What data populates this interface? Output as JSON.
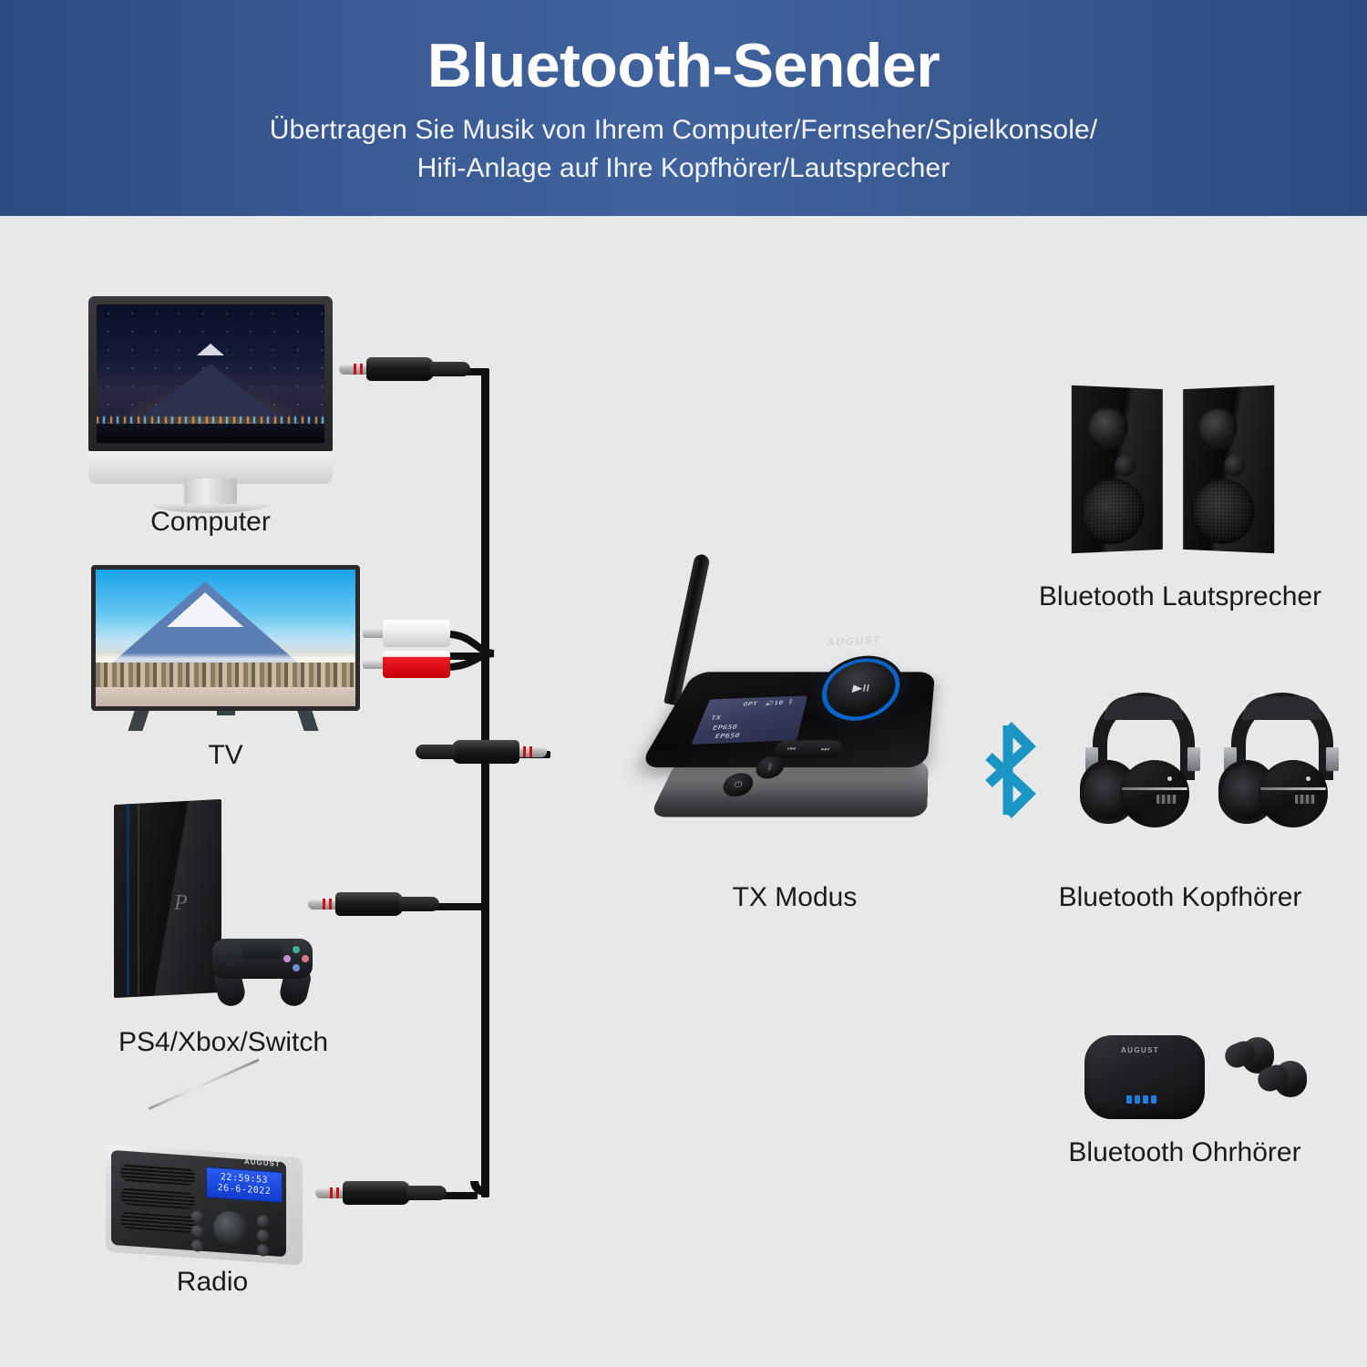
{
  "banner": {
    "title": "Bluetooth-Sender",
    "subtitle_line1": "Übertragen Sie Musik von Ihrem Computer/Fernseher/Spielkonsole/",
    "subtitle_line2": "Hifi-Anlage auf Ihre Kopfhörer/Lautsprecher",
    "bg_color_edge": "#2c4b80",
    "bg_color_center": "#40639e",
    "text_color": "#ffffff"
  },
  "page": {
    "background_color": "#e8e8e8",
    "label_color": "#1a1a1a"
  },
  "sources": [
    {
      "id": "computer",
      "label": "Computer",
      "connector": "3.5mm-jack"
    },
    {
      "id": "tv",
      "label": "TV",
      "connector": "rca-pair"
    },
    {
      "id": "console",
      "label": "PS4/Xbox/Switch",
      "connector": "3.5mm-jack"
    },
    {
      "id": "radio",
      "label": "Radio",
      "connector": "3.5mm-jack"
    }
  ],
  "transmitter": {
    "label": "TX Modus",
    "brand": "AUGUST",
    "display": {
      "status_top": "OPT",
      "volume_icon": "speaker-icon",
      "volume_value": "10",
      "bluetooth_icon": "bluetooth-icon",
      "mode": "TX",
      "device_1": "EP650",
      "device_2": "EP650"
    },
    "controls": {
      "play_pause": "▶II",
      "power": "⏻",
      "bluetooth": "bluetooth-icon",
      "prev": "⏮",
      "next": "⏭"
    },
    "accent_ring_color": "#0b64c8"
  },
  "bluetooth_link": {
    "icon": "bluetooth-icon",
    "color": "#1b95c4"
  },
  "receivers": [
    {
      "id": "speakers",
      "label": "Bluetooth Lautsprecher"
    },
    {
      "id": "headphones",
      "label": "Bluetooth Kopfhörer"
    },
    {
      "id": "earbuds",
      "label": "Bluetooth Ohrhörer"
    }
  ],
  "radio_display": {
    "time": "22:59:53",
    "date": "26-6-2022",
    "lock_icon": "lock-icon",
    "brand": "AUGUST",
    "backlight_color": "#2b5cf0"
  },
  "earbuds_case": {
    "brand": "AUGUST",
    "led_count": 4,
    "led_color": "#1f7fe0"
  }
}
